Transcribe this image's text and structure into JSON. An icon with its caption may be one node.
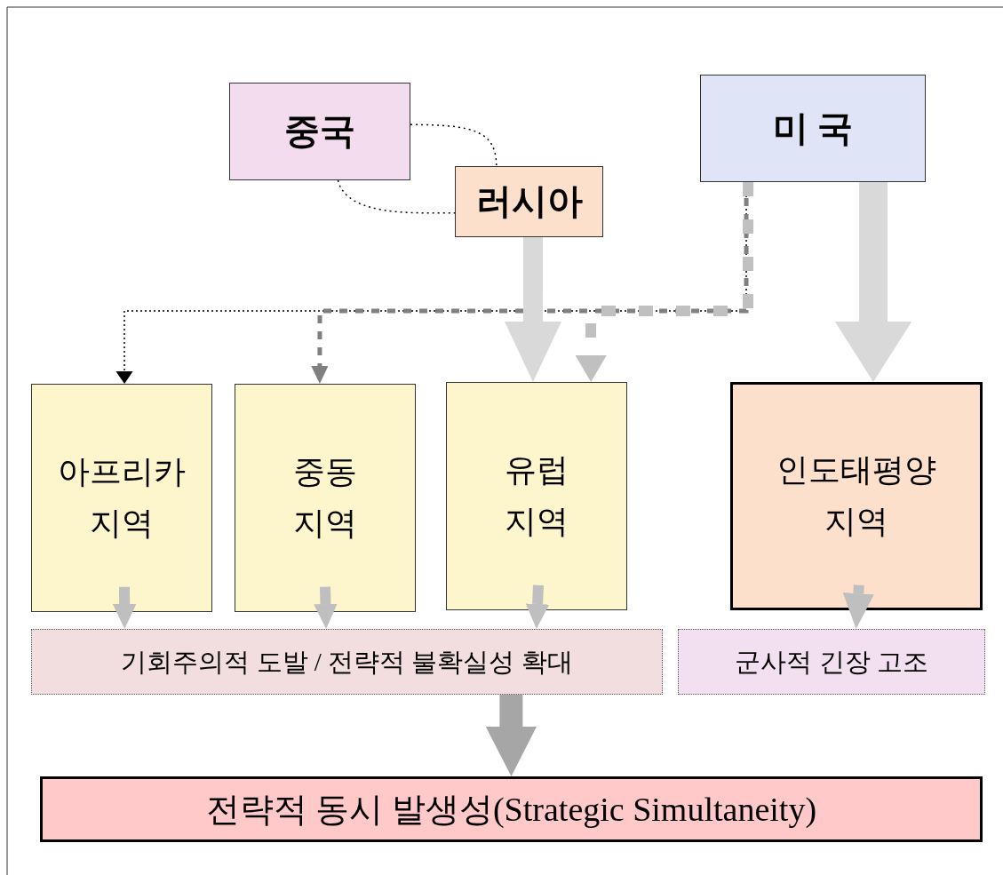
{
  "diagram": {
    "nodes": [
      {
        "text": [
          "중국"
        ]
      },
      {
        "text": [
          "러시아"
        ]
      },
      {
        "text": [
          "미 국"
        ]
      },
      {
        "text": [
          "아프리카 지역"
        ]
      },
      {
        "text": [
          "중동 지역"
        ]
      },
      {
        "text": [
          "유럽 지역"
        ]
      },
      {
        "text": [
          "인도태평양 지역"
        ]
      },
      {
        "text": [
          "기회주의적 도발 / 전략적 불확실성 확대"
        ]
      },
      {
        "text": [
          "군사적 긴장 고조"
        ]
      },
      {
        "text": [
          "전략적 동시 발생성(Strategic Simultaneity)"
        ]
      }
    ],
    "edges": [
      {
        "from": 0,
        "to": 1,
        "arrow": "none",
        "style": "dashed",
        "color": "#000000"
      },
      {
        "from": 0,
        "to": 1,
        "arrow": "none",
        "style": "dashed",
        "color": "#000000"
      },
      {
        "from": 2,
        "to": 3,
        "arrow": "to",
        "style": "dashed",
        "color": "#000000"
      },
      {
        "from": 2,
        "to": 4,
        "arrow": "to",
        "style": "dashed",
        "color": "#808080"
      },
      {
        "from": 2,
        "to": 5,
        "arrow": "to",
        "style": "dashed",
        "color": "#c0c0c0"
      },
      {
        "from": 1,
        "to": 5,
        "arrow": "to",
        "style": "thick",
        "color": "#d9d9d9"
      },
      {
        "from": 2,
        "to": 6,
        "arrow": "to",
        "style": "thick",
        "color": "#d9d9d9"
      },
      {
        "from": 3,
        "to": 7,
        "arrow": "to",
        "color": "#bfbfbf"
      },
      {
        "from": 4,
        "to": 7,
        "arrow": "to",
        "color": "#bfbfbf"
      },
      {
        "from": 5,
        "to": 7,
        "arrow": "to",
        "color": "#bfbfbf"
      },
      {
        "from": 6,
        "to": 8,
        "arrow": "to",
        "color": "#bfbfbf"
      },
      {
        "from": 7,
        "to": 9,
        "arrow": "to",
        "style": "thick",
        "color": "#a6a6a6"
      }
    ]
  }
}
